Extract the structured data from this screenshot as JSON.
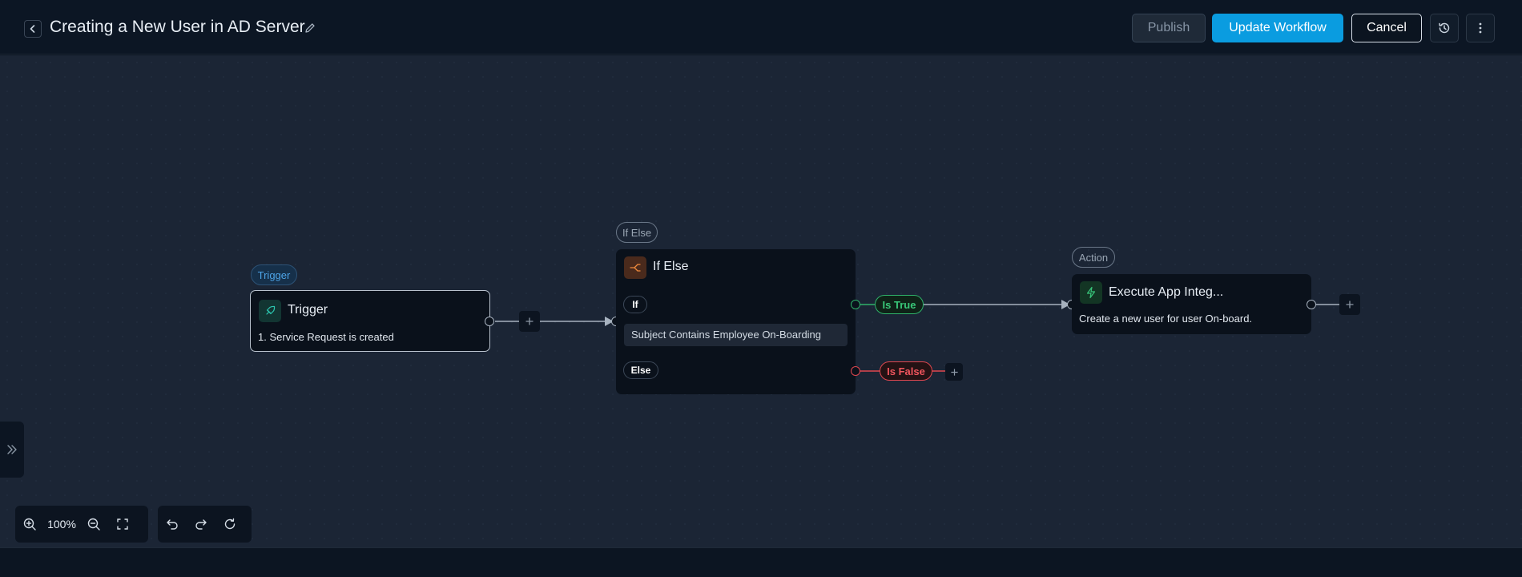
{
  "header": {
    "title": "Creating a New User in AD Server",
    "publish_label": "Publish",
    "update_label": "Update Workflow",
    "cancel_label": "Cancel"
  },
  "canvas": {
    "trigger": {
      "badge": "Trigger",
      "title": "Trigger",
      "description": "1. Service Request is created"
    },
    "if_else": {
      "badge": "If Else",
      "title": "If Else",
      "if_label": "If",
      "condition": "Subject Contains Employee On-Boarding",
      "else_label": "Else"
    },
    "branches": {
      "true_label": "Is True",
      "false_label": "Is False"
    },
    "action": {
      "badge": "Action",
      "title": "Execute App Integ...",
      "description": "Create a new user for user On-board."
    }
  },
  "toolbar": {
    "zoom_level": "100%"
  },
  "colors": {
    "accent": "#0a9ce0",
    "true_branch": "#2fb26a",
    "false_branch": "#e0474f",
    "canvas_bg": "#1b2535"
  },
  "icons": [
    "chevron-left-icon",
    "pencil-icon",
    "history-icon",
    "more-vertical-icon",
    "rocket-icon",
    "branch-icon",
    "lightning-icon",
    "plus-icon",
    "double-chevron-right-icon",
    "zoom-in-icon",
    "zoom-out-icon",
    "fit-screen-icon",
    "undo-icon",
    "redo-icon",
    "refresh-icon"
  ]
}
